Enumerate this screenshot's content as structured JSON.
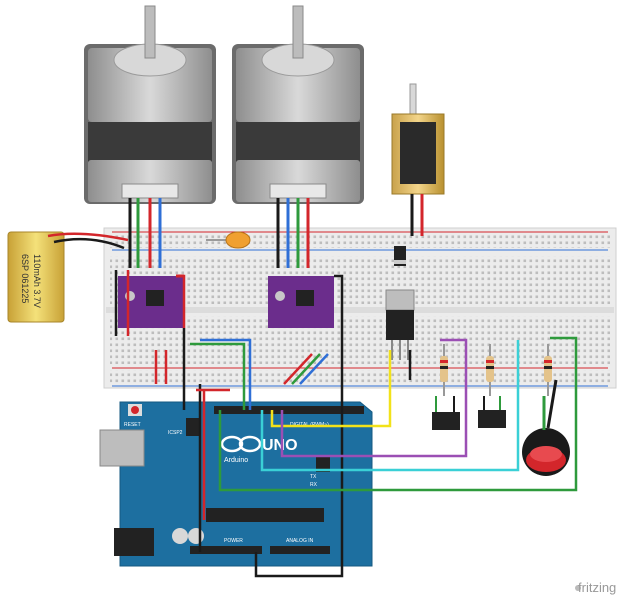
{
  "battery": {
    "line1": "6SP 061225",
    "line2": "110mAh 3.7V"
  },
  "arduino": {
    "brand": "Arduino",
    "model": "UNO",
    "reset": "RESET",
    "icsp2": "ICSP2",
    "digital": "DIGITAL (PWM~)",
    "power": "POWER",
    "analog": "ANALOG IN",
    "tx": "TX",
    "rx": "RX"
  },
  "watermark": "fritzing",
  "colors": {
    "black": "#1a1a1a",
    "red": "#d3262b",
    "green": "#2e9a3c",
    "blue": "#2f6fd6",
    "yellow": "#f2e21a",
    "purple": "#9b4fb4",
    "cyan": "#3ad0d6",
    "darkred": "#7a1d1d",
    "board": "#1d6fa0",
    "driver": "#6b2d8c"
  }
}
